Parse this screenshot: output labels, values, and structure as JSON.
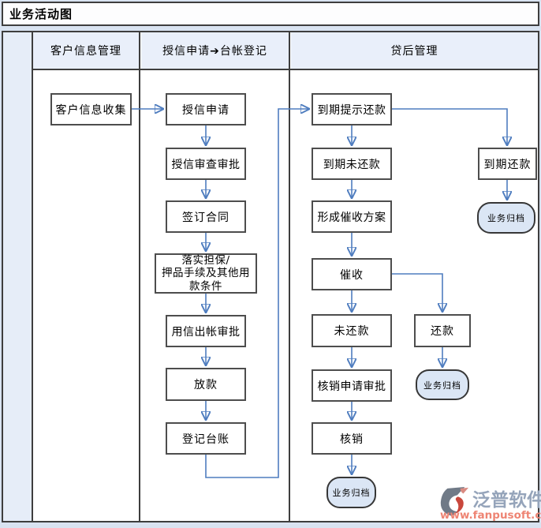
{
  "title": "业务活动图",
  "lanes": [
    {
      "label": "客户信息管理"
    },
    {
      "label": "授信申请➔台帐登记"
    },
    {
      "label": "贷后管理"
    }
  ],
  "nodes": {
    "collect_info": "客户信息收集",
    "credit_apply": "授信申请",
    "credit_review": "授信审查审批",
    "sign_contract": "签订合同",
    "implement_guarantee": "落实担保/\n押品手续及其他用\n款条件",
    "disbursement_review": "用信出帐审批",
    "loan_release": "放款",
    "register_ledger": "登记台账",
    "due_reminder": "到期提示还款",
    "due_unpaid": "到期未还款",
    "collection_plan": "形成催收方案",
    "collection": "催收",
    "unpaid": "未还款",
    "writeoff_apply_review": "核销申请审批",
    "writeoff": "核销",
    "due_repaid": "到期还款",
    "repaid": "还款",
    "archive": "业务归档"
  },
  "edges": [
    {
      "from": "客户信息收集",
      "to": "授信申请"
    },
    {
      "from": "授信申请",
      "to": "授信审查审批"
    },
    {
      "from": "授信审查审批",
      "to": "签订合同"
    },
    {
      "from": "签订合同",
      "to": "落实担保/押品手续及其他用款条件"
    },
    {
      "from": "落实担保/押品手续及其他用款条件",
      "to": "用信出帐审批"
    },
    {
      "from": "用信出帐审批",
      "to": "放款"
    },
    {
      "from": "放款",
      "to": "登记台账"
    },
    {
      "from": "登记台账",
      "to": "到期提示还款"
    },
    {
      "from": "到期提示还款",
      "to": "到期未还款"
    },
    {
      "from": "到期提示还款",
      "to": "到期还款"
    },
    {
      "from": "到期还款",
      "to": "业务归档"
    },
    {
      "from": "到期未还款",
      "to": "形成催收方案"
    },
    {
      "from": "形成催收方案",
      "to": "催收"
    },
    {
      "from": "催收",
      "to": "未还款"
    },
    {
      "from": "催收",
      "to": "还款"
    },
    {
      "from": "还款",
      "to": "业务归档"
    },
    {
      "from": "未还款",
      "to": "核销申请审批"
    },
    {
      "from": "核销申请审批",
      "to": "核销"
    },
    {
      "from": "核销",
      "to": "业务归档"
    }
  ],
  "watermark": {
    "brand": "泛普软件",
    "url": "www.fanpusoft.com"
  },
  "colors": {
    "arrow": "#4f7dbf",
    "lane_header_bg": "#e9effa",
    "left_strip_bg": "#e6edf8",
    "ellipse_bg": "#dbe6f5",
    "frame": "#3e3e3e",
    "watermark_brand": "#95a4ba",
    "watermark_url": "#ee8473"
  }
}
